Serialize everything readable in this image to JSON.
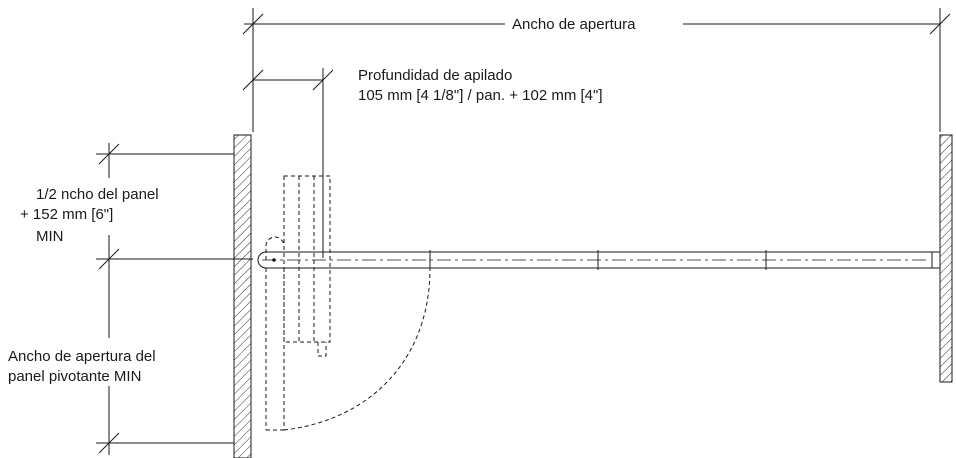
{
  "labels": {
    "opening_width": "Ancho de apertura",
    "stack_depth_title": "Profundidad de apilado",
    "stack_depth_value": "105 mm [4 1/8\"] / pan. + 102 mm [4\"]",
    "half_panel_line1": "1/2 ncho del panel",
    "half_panel_line2": "+   152 mm [6\"]",
    "half_panel_line3": "MIN",
    "pivot_line1": "Ancho de apertura del",
    "pivot_line2": "panel pivotante MIN"
  }
}
